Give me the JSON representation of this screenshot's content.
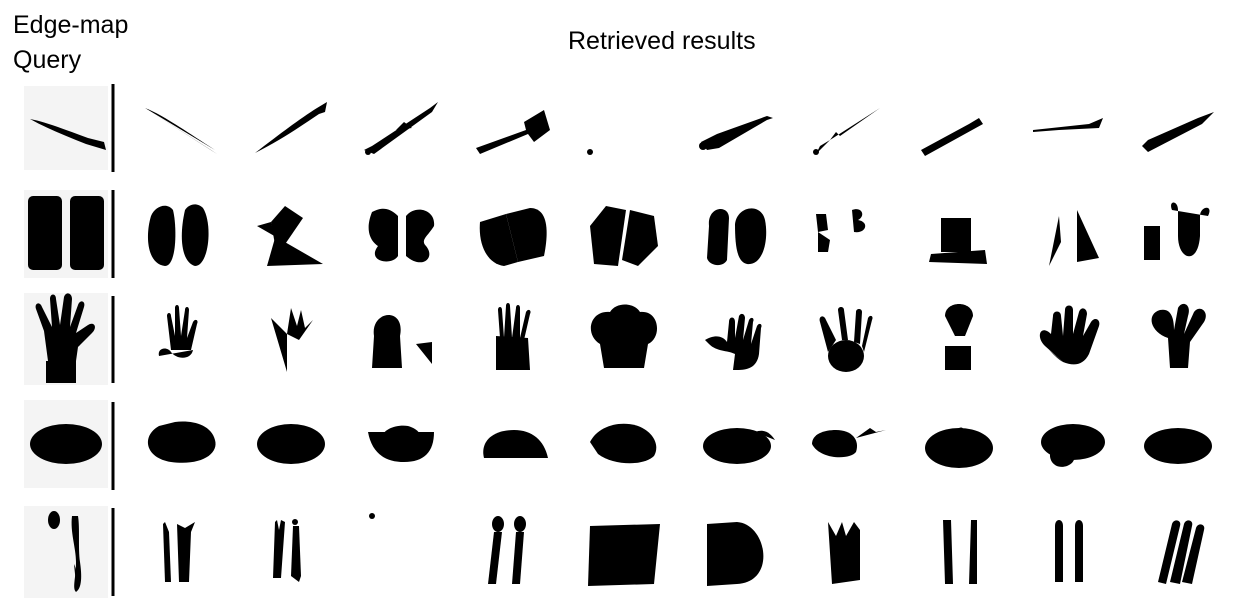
{
  "header": {
    "query_line1": "Edge-map",
    "query_line2": "Query",
    "results_label": "Retrieved results"
  },
  "rows": [
    {
      "query": "knife-edge-map",
      "results": [
        "knife-sketch",
        "knife-sketch",
        "rifle-sketch",
        "axe-sketch",
        "sword-sketch",
        "baton-sketch",
        "sword-sketch",
        "toothbrush-sketch",
        "knife-sketch",
        "knife-sketch"
      ]
    },
    {
      "query": "knee-pads-edge-map",
      "results": [
        "pads-sketch",
        "pads-sketch",
        "butterfly-sketch",
        "pads-sketch",
        "pads-sketch",
        "pads-sketch",
        "scribble-sketch",
        "device-sketch",
        "scribble-sketch",
        "pads-sketch"
      ]
    },
    {
      "query": "glove-edge-map",
      "results": [
        "hand-sketch",
        "plant-sketch",
        "chair-sketch",
        "hand-sketch",
        "chef-hat-sketch",
        "hand-sketch",
        "hand-sketch",
        "plant-sketch",
        "hand-sketch",
        "plant-sketch"
      ]
    },
    {
      "query": "plate-edge-map",
      "results": [
        "plate-sketch",
        "plate-sketch",
        "bowl-sketch",
        "plate-sketch",
        "plate-sketch",
        "plate-sketch",
        "plate-sketch",
        "plate-sketch",
        "plate-sketch",
        "plate-sketch"
      ]
    },
    {
      "query": "cutlery-edge-map",
      "results": [
        "cutlery-sketch",
        "cutlery-sketch",
        "cutlery-sketch",
        "cutlery-sketch",
        "box-sketch",
        "box-sketch",
        "cutlery-sketch",
        "cutlery-sketch",
        "cutlery-sketch",
        "cutlery-sketch"
      ]
    }
  ]
}
